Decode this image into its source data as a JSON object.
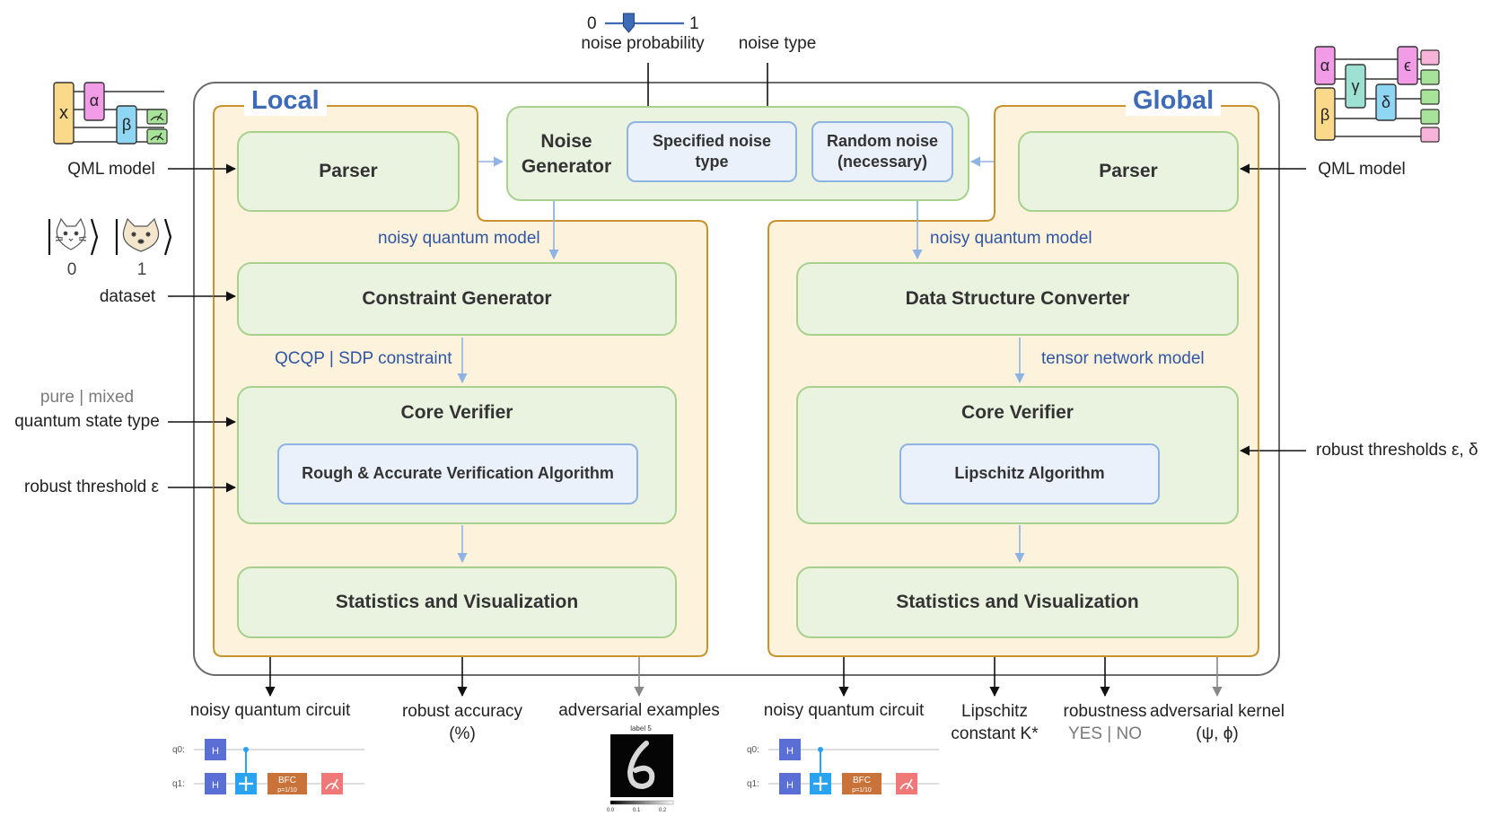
{
  "slider": {
    "min_label": "0",
    "max_label": "1",
    "label": "noise probability",
    "value": 0.3
  },
  "noise_type_label": "noise type",
  "local": {
    "title": "Local",
    "parser": "Parser",
    "constraint_generator": "Constraint Generator",
    "constraint_label": "QCQP | SDP constraint",
    "core_verifier": "Core Verifier",
    "algorithm": "Rough & Accurate Verification Algorithm",
    "stats": "Statistics and Visualization"
  },
  "global": {
    "title": "Global",
    "parser": "Parser",
    "converter": "Data Structure Converter",
    "tensor_label": "tensor network model",
    "core_verifier": "Core Verifier",
    "algorithm": "Lipschitz Algorithm",
    "stats": "Statistics and Visualization"
  },
  "noise_generator": {
    "title_line1": "Noise",
    "title_line2": "Generator",
    "specified_line1": "Specified noise",
    "specified_line2": "type",
    "random_line1": "Random noise",
    "random_line2": "(necessary)"
  },
  "noisy_model_label": "noisy quantum model",
  "left_inputs": {
    "qml_model": "QML model",
    "ket0": "0",
    "ket1": "1",
    "dataset": "dataset",
    "state_options": "pure | mixed",
    "state_type": "quantum state type",
    "threshold": "robust threshold ε"
  },
  "right_inputs": {
    "qml_model": "QML model",
    "thresholds": "robust thresholds ε, δ"
  },
  "outputs": {
    "noisy_circuit": "noisy quantum circuit",
    "robust_accuracy_line1": "robust accuracy",
    "robust_accuracy_line2": "(%)",
    "adversarial_examples": "adversarial examples",
    "noisy_circuit2": "noisy quantum circuit",
    "lipschitz_line1": "Lipschitz",
    "lipschitz_line2": "constant K*",
    "robustness": "robustness",
    "robustness_values": "YES | NO",
    "kernel_line1": "adversarial kernel",
    "kernel_line2": "(ψ, ϕ)"
  },
  "circuit": {
    "q0": "q0:",
    "q1": "q1:",
    "h": "H",
    "bfc": "BFC",
    "bfc_sub": "p=1/10"
  },
  "mnist": {
    "title": "label 5",
    "ticks": [
      "0.0",
      "0.1",
      "0.2"
    ]
  },
  "circuit_letters": {
    "left": [
      "x",
      "α",
      "β"
    ],
    "right": [
      "α",
      "β",
      "γ",
      "δ",
      "ϵ"
    ]
  },
  "colors": {
    "panel_fill": "#fdf3dc",
    "panel_border": "#c8932c",
    "box_fill": "#e9f3df",
    "box_border": "#a9d18e",
    "inner_fill": "#eaf1fb",
    "inner_border": "#8fb4e3",
    "title_blue": "#3e6bb8",
    "label_blue": "#2f55a4",
    "gate_h": "#5a6fd6",
    "gate_bfc": "#c9733a",
    "gate_measure": "#f07878",
    "cnot": "#2aa3f0"
  }
}
